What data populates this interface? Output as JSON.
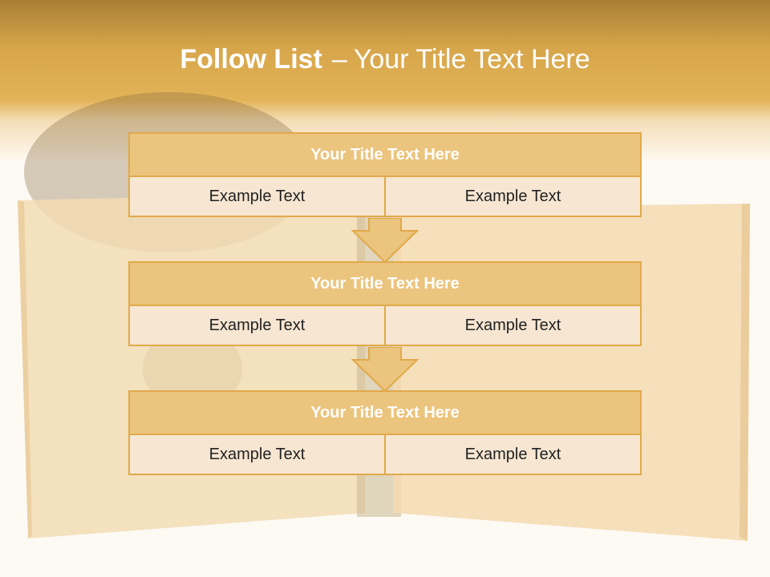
{
  "slide": {
    "title_bold": "Follow List",
    "title_sep": "–",
    "title_rest": "Your Title Text Here"
  },
  "blocks": [
    {
      "title": "Your Title Text Here",
      "left": "Example Text",
      "right": "Example Text"
    },
    {
      "title": "Your Title Text Here",
      "left": "Example Text",
      "right": "Example Text"
    },
    {
      "title": "Your Title Text Here",
      "left": "Example Text",
      "right": "Example Text"
    }
  ],
  "colors": {
    "header_gold": "#e3b358",
    "box_fill": "#ebc47d",
    "box_border": "#e1a94a",
    "cell_fill": "#f6e6d2"
  },
  "icons": [
    "down-arrow-icon",
    "down-arrow-icon"
  ]
}
